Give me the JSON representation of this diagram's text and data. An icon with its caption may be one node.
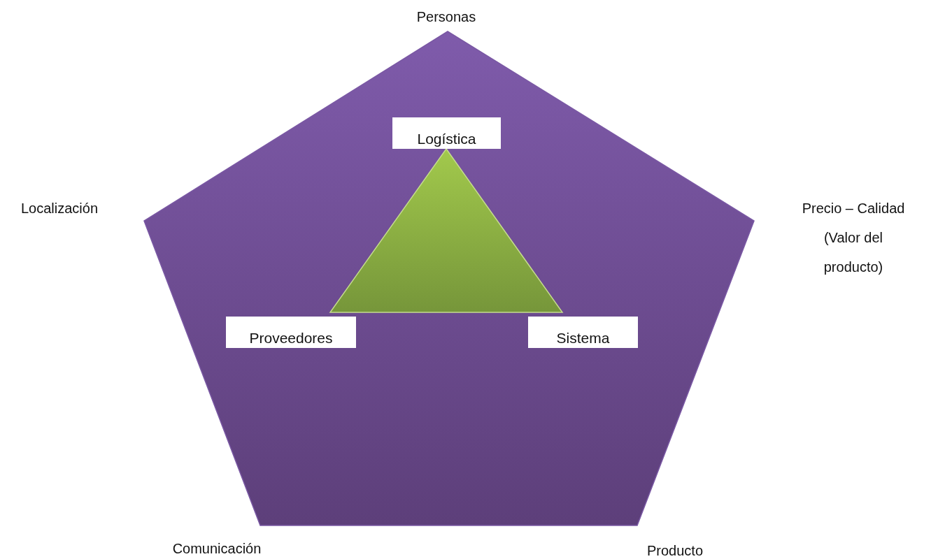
{
  "diagram": {
    "nodes": [
      {
        "text": [],
        "shape": "pentagon",
        "beside": [
          "Personas",
          "Localización",
          "Precio – Calidad (Valor del producto)",
          "Comunicación",
          "Producto"
        ]
      },
      {
        "text": [],
        "shape": "triangle",
        "in": 0
      },
      {
        "text": [
          "Logística"
        ],
        "in": 0
      },
      {
        "text": [
          "Proveedores"
        ],
        "in": 0
      },
      {
        "text": [
          "Sistema"
        ],
        "in": 0
      }
    ],
    "edges": []
  }
}
